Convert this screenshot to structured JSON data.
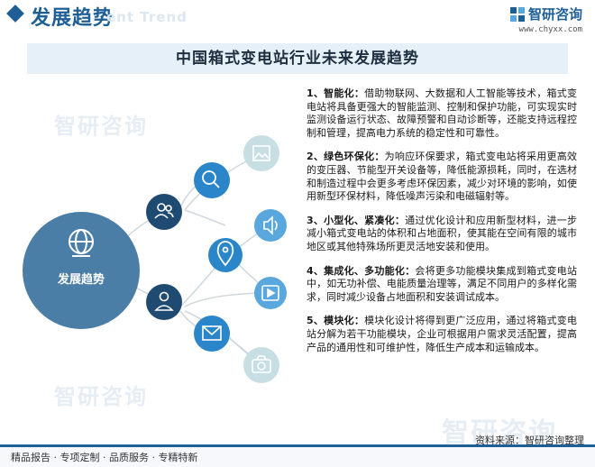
{
  "header": {
    "section_title": "发展趋势",
    "ghost_text": "ent Trend",
    "brand_name": "智研咨询",
    "brand_url": "www.chyxx.com"
  },
  "main_title": "中国箱式变电站行业未来发展趋势",
  "hub_label": "发展趋势",
  "icons": [
    "people-icon",
    "search-icon",
    "user-icon",
    "globe-icon",
    "image-icon",
    "speaker-icon",
    "location-pin-icon",
    "play-icon",
    "mail-icon",
    "camera-icon"
  ],
  "points": [
    {
      "head": "1、智能化：",
      "text": "借助物联网、大数据和人工智能等技术，箱式变电站将具备更强大的智能监测、控制和保护功能，可实现实时监测设备运行状态、故障预警和自动诊断等，还能支持远程控制和管理，提高电力系统的稳定性和可靠性。"
    },
    {
      "head": "2、绿色环保化：",
      "text": "为响应环保要求，箱式变电站将采用更高效的变压器、节能型开关设备等，降低能源损耗，同时，在选材和制造过程中会更多考虑环保因素，减少对环境的影响，如使用新型环保材料，降低噪声污染和电磁辐射等。"
    },
    {
      "head": "3、小型化、紧凑化：",
      "text": "通过优化设计和应用新型材料，进一步减小箱式变电站的体积和占地面积，使其能在空间有限的城市地区或其他特殊场所更灵活地安装和使用。"
    },
    {
      "head": "4、集成化、多功能化：",
      "text": "会将更多功能模块集成到箱式变电站中，如无功补偿、电能质量治理等，满足不同用户的多样化需求，同时减少设备占地面积和安装调试成本。"
    },
    {
      "head": "5、模块化：",
      "text": "模块化设计将得到更广泛应用，通过将箱式变电站分解为若干功能模块，企业可根据用户需求灵活配置，提高产品的通用性和可维护性，降低生产成本和运输成本。"
    }
  ],
  "footer": {
    "left": "精品报告 · 专项定制 · 品质服务 · 专精特新",
    "source": "资料来源：智研咨询整理"
  },
  "watermark": "智研咨询",
  "colors": {
    "dark_blue": "#1e5f96",
    "hub": "#4b7ea6",
    "accent_blue": "#2b86c9",
    "light_blue": "#5aa7de",
    "pale_teal": "#c7dee2",
    "title_bg": "#e6f0f8"
  }
}
